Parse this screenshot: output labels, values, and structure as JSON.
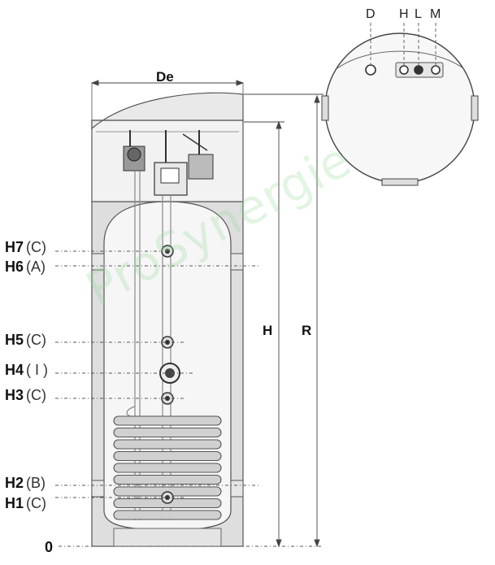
{
  "dimensions": {
    "De": "De",
    "H": "H",
    "R": "R"
  },
  "top_view_connections": [
    "D",
    "H",
    "L",
    "M"
  ],
  "side_connections": [
    {
      "code": "H7",
      "type": "(C)"
    },
    {
      "code": "H6",
      "type": "(A)"
    },
    {
      "code": "H5",
      "type": "(C)"
    },
    {
      "code": "H4",
      "type": "( I )"
    },
    {
      "code": "H3",
      "type": "(C)"
    },
    {
      "code": "H2",
      "type": "(B)"
    },
    {
      "code": "H1",
      "type": "(C)"
    }
  ],
  "base_label": "0",
  "watermark": "ProSynergie",
  "colors": {
    "casing": "#dcdcdc",
    "outline": "#555555",
    "tank": "#f7f7f7",
    "watermark": "#96d796"
  }
}
